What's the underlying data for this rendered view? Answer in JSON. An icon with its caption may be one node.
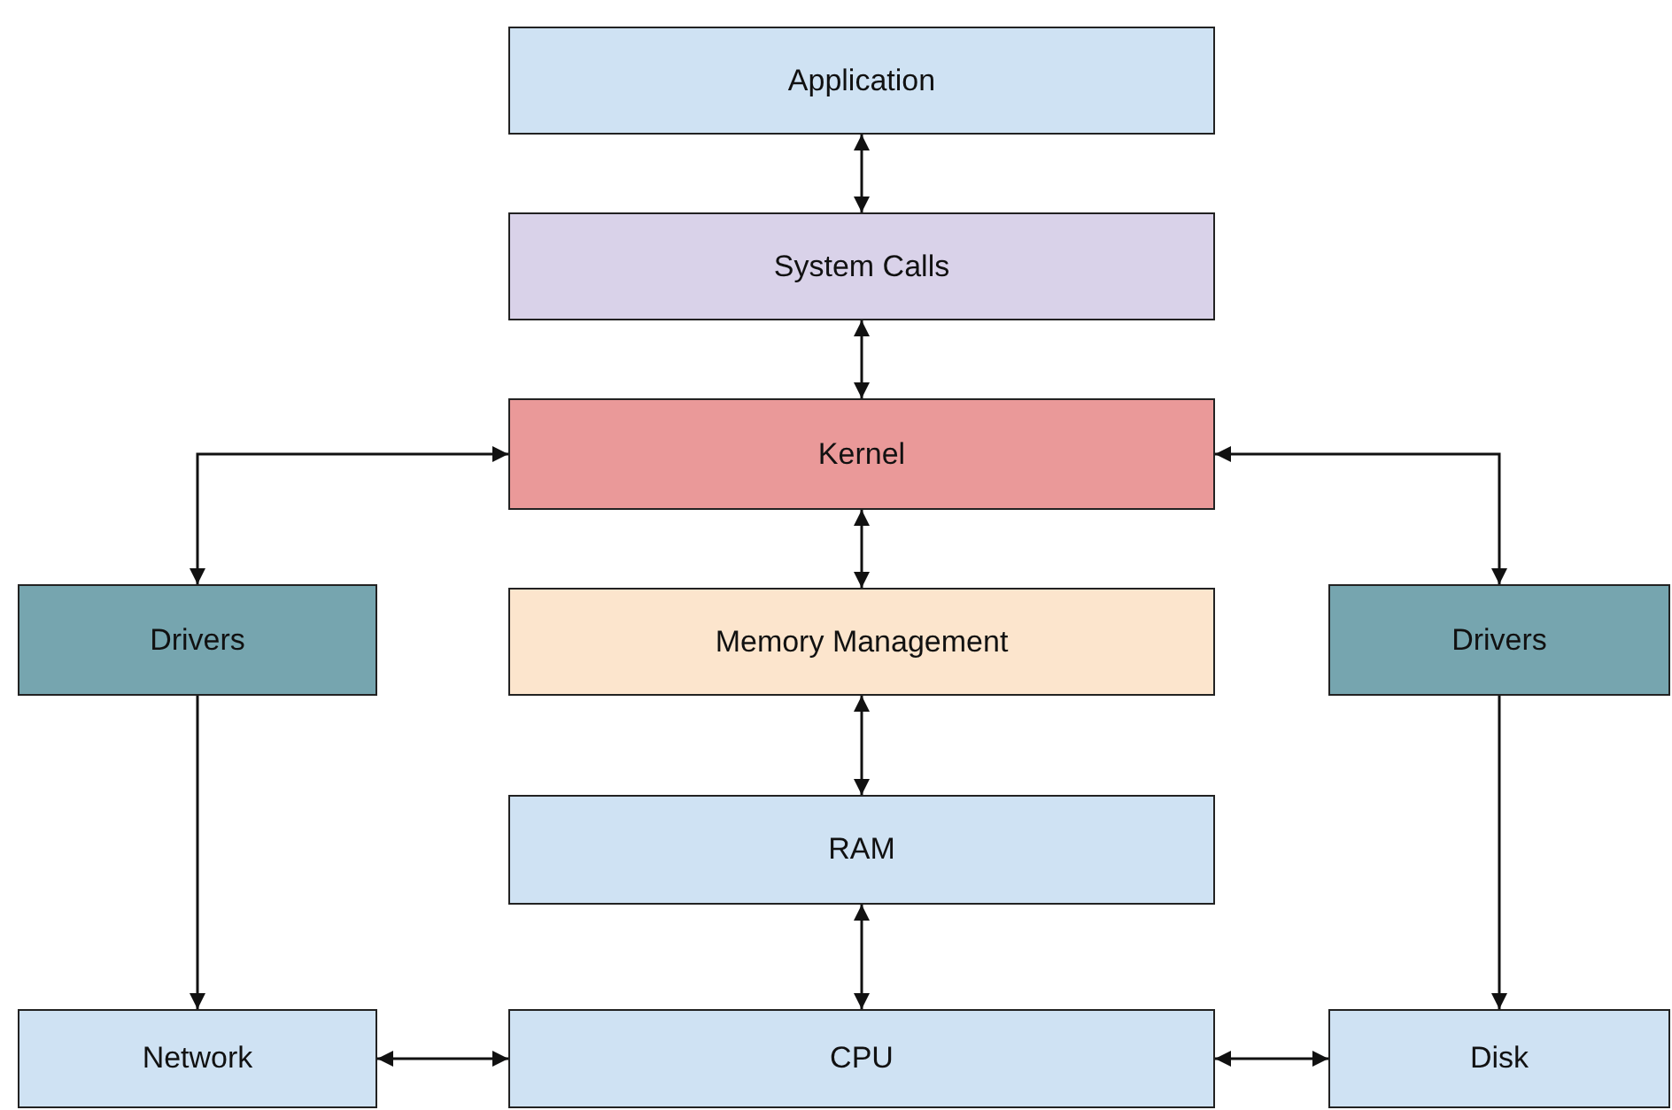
{
  "diagram": {
    "nodes": [
      {
        "text": [
          "Application"
        ]
      },
      {
        "text": [
          "System Calls"
        ]
      },
      {
        "text": [
          "Kernel"
        ]
      },
      {
        "text": [
          "Drivers"
        ]
      },
      {
        "text": [
          "Memory Management"
        ]
      },
      {
        "text": [
          "Drivers"
        ]
      },
      {
        "text": [
          "RAM"
        ]
      },
      {
        "text": [
          "Network"
        ]
      },
      {
        "text": [
          "CPU"
        ]
      },
      {
        "text": [
          "Disk"
        ]
      }
    ],
    "edges": [
      {
        "from": 0,
        "to": 1,
        "arrow": "both"
      },
      {
        "from": 1,
        "to": 2,
        "arrow": "both"
      },
      {
        "from": 2,
        "to": 3,
        "arrow": "both"
      },
      {
        "from": 2,
        "to": 5,
        "arrow": "both"
      },
      {
        "from": 2,
        "to": 4,
        "arrow": "both"
      },
      {
        "from": 4,
        "to": 6,
        "arrow": "both"
      },
      {
        "from": 6,
        "to": 8,
        "arrow": "both"
      },
      {
        "from": 3,
        "to": 7,
        "arrow": "to"
      },
      {
        "from": 5,
        "to": 9,
        "arrow": "to"
      },
      {
        "from": 7,
        "to": 8,
        "arrow": "both"
      },
      {
        "from": 8,
        "to": 9,
        "arrow": "both"
      }
    ]
  }
}
